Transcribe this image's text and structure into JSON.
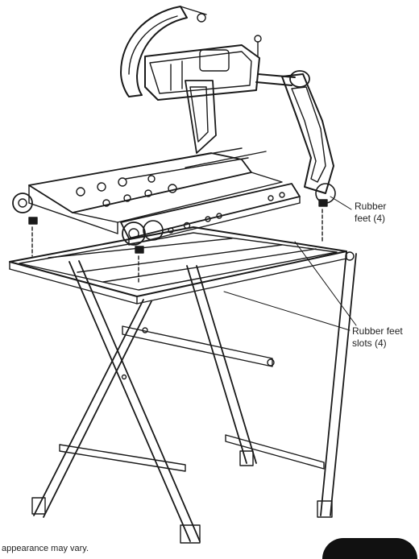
{
  "callouts": {
    "rubber_feet": {
      "line1": "Rubber",
      "line2": "feet (4)"
    },
    "rubber_feet_slots": {
      "line1": "Rubber feet",
      "line2": "slots (4)"
    }
  },
  "caption": "appearance may vary.",
  "colors": {
    "ink": "#1a1a1a",
    "paper": "#ffffff",
    "badge": "#111111"
  }
}
